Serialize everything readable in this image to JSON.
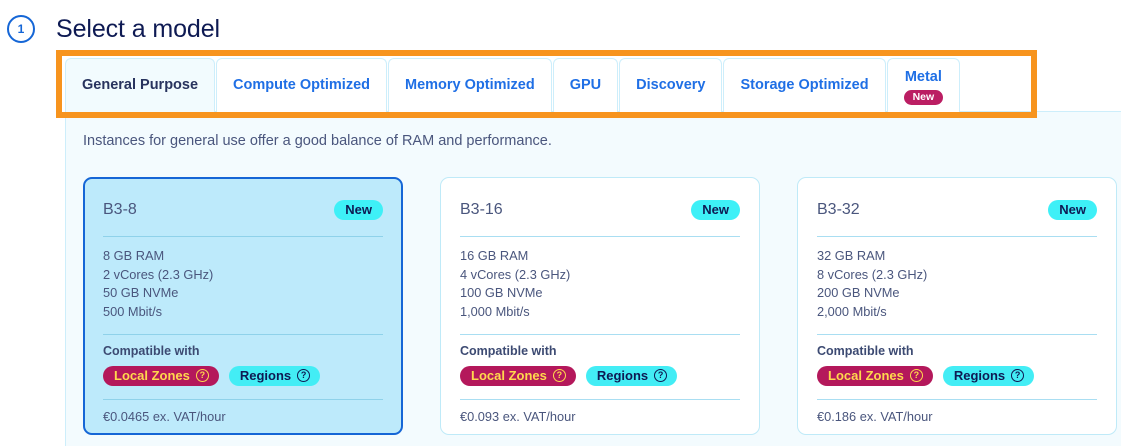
{
  "step": {
    "number": "1",
    "title": "Select a model"
  },
  "tabs": [
    {
      "label": "General Purpose",
      "active": true,
      "badge": null,
      "name": "tab-general-purpose"
    },
    {
      "label": "Compute Optimized",
      "active": false,
      "badge": null,
      "name": "tab-compute-optimized"
    },
    {
      "label": "Memory Optimized",
      "active": false,
      "badge": null,
      "name": "tab-memory-optimized"
    },
    {
      "label": "GPU",
      "active": false,
      "badge": null,
      "name": "tab-gpu"
    },
    {
      "label": "Discovery",
      "active": false,
      "badge": null,
      "name": "tab-discovery"
    },
    {
      "label": "Storage Optimized",
      "active": false,
      "badge": null,
      "name": "tab-storage-optimized"
    },
    {
      "label": "Metal",
      "active": false,
      "badge": "New",
      "name": "tab-metal"
    }
  ],
  "panel": {
    "description": "Instances for general use offer a good balance of RAM and performance."
  },
  "compat_label": "Compatible with",
  "chips": {
    "local_zones": "Local Zones",
    "regions": "Regions",
    "help_glyph": "?"
  },
  "cards": [
    {
      "title": "B3-8",
      "badge": "New",
      "selected": true,
      "specs": [
        "8 GB RAM",
        "2 vCores (2.3 GHz)",
        "50 GB NVMe",
        "500 Mbit/s"
      ],
      "price": "€0.0465 ex. VAT/hour"
    },
    {
      "title": "B3-16",
      "badge": "New",
      "selected": false,
      "specs": [
        "16 GB RAM",
        "4 vCores (2.3 GHz)",
        "100 GB NVMe",
        "1,000 Mbit/s"
      ],
      "price": "€0.093 ex. VAT/hour"
    },
    {
      "title": "B3-32",
      "badge": "New",
      "selected": false,
      "specs": [
        "32 GB RAM",
        "8 vCores (2.3 GHz)",
        "200 GB NVMe",
        "2,000 Mbit/s"
      ],
      "price": "€0.186 ex. VAT/hour"
    }
  ],
  "colors": {
    "accent_blue": "#1566d6",
    "tab_link": "#1f6fe5",
    "title_navy": "#0e1a53",
    "highlight_orange": "#f7941e",
    "panel_bg": "#f3fbfe",
    "card_selected_bg": "#bdeafb",
    "badge_cyan": "#3ef0f7",
    "badge_magenta": "#bb1e63",
    "chip_local_zones_bg": "#b4185b",
    "chip_local_zones_text": "#ffd94d",
    "chip_regions_bg": "#43edf5",
    "border_cyan": "#cdeefb",
    "text_slate": "#4a567d"
  }
}
